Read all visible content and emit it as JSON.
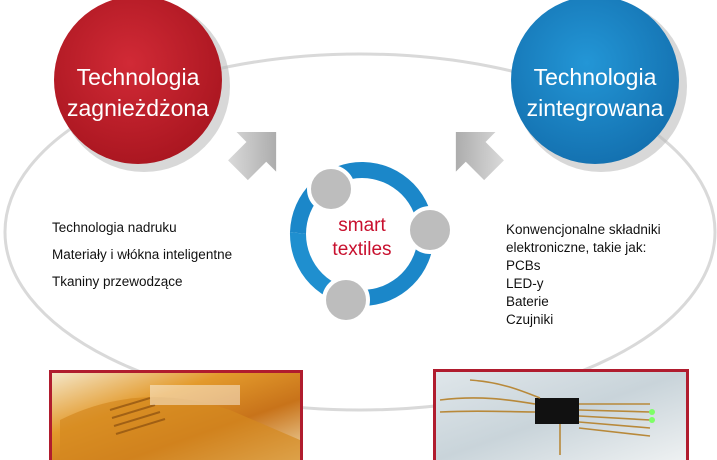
{
  "left_circle": {
    "line1": "Technologia",
    "line2": "zagnieżdżona",
    "color": "#be1e2d"
  },
  "right_circle": {
    "line1": "Technologia",
    "line2": "zintegrowana",
    "color": "#1b87c9"
  },
  "center": {
    "line1": "smart",
    "line2": "textiles",
    "text_color": "#c8102e",
    "ring_color": "#1b87c9"
  },
  "left_list": [
    "Technologia nadruku",
    "Materiały i włókna inteligentne",
    "Tkaniny przewodzące"
  ],
  "right_list": [
    "Konwencjonalne składniki",
    "elektroniczne, takie jak:",
    "PCBs",
    "LED-y",
    "Baterie",
    "Czujniki"
  ],
  "photos": {
    "left": "flexible-circuit-photo",
    "right": "printed-circuit-textile-photo",
    "frame_color": "#b01c2e"
  }
}
